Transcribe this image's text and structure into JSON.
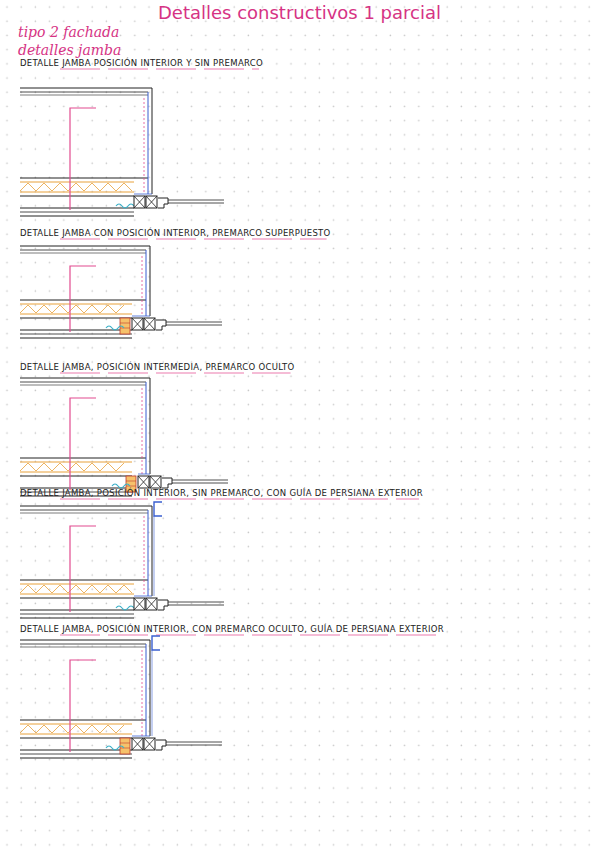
{
  "diagram": {
    "title": "Detalles constructivos 1 parcial",
    "labels": [
      "tipo 2 fachada",
      "detalles jamba",
      "DETALLE JAMBA POSICIÓN INTERIOR Y SIN PREMARCO",
      "DETALLE JAMBA CON POSICIÓN INTERIOR, PREMARCO SUPERPUESTO",
      "DETALLE JAMBA, POSICIÓN INTERMEDIA, PREMARCO OCULTO",
      "DETALLE JAMBA, POSICIÓN INTERIOR, SIN PREMARCO, CON GUÍA DE PERSIANA EXTERIOR",
      "DETALLE JAMBA, POSICIÓN INTERIOR, CON PREMARCO OCULTO, GUÍA DE PERSIANA EXTERIOR"
    ]
  }
}
